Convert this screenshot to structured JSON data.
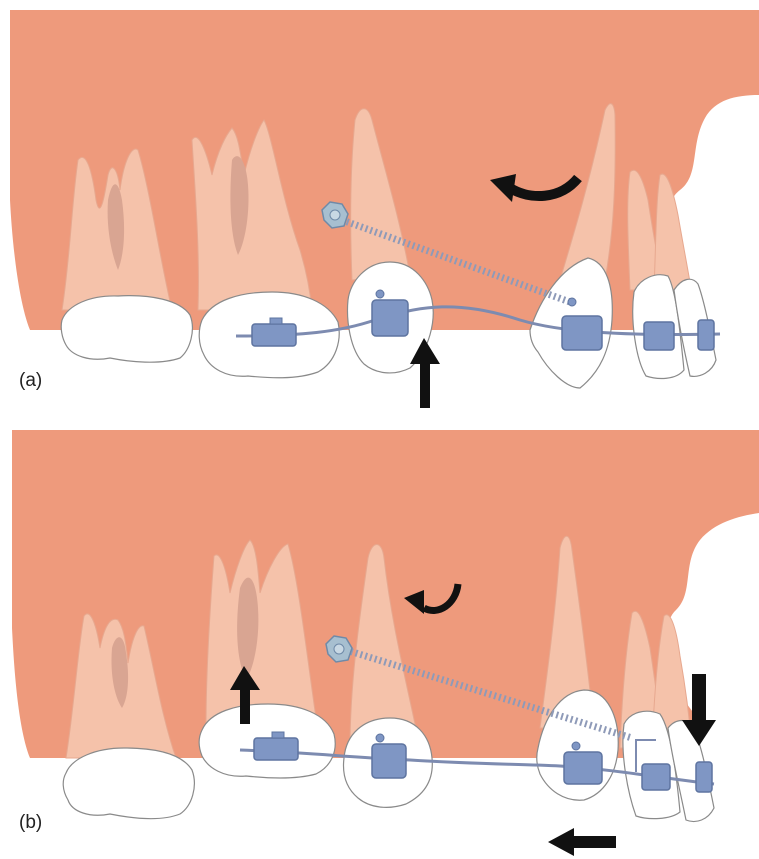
{
  "panels": [
    {
      "id": "a",
      "label": "(a)"
    },
    {
      "id": "b",
      "label": "(b)"
    }
  ],
  "colors": {
    "gum": "#EE9A7C",
    "root": "#F5C2AA",
    "root_shadow": "#D9A592",
    "crown": "#FFFFFF",
    "crown_outline": "#8A8A8A",
    "bracket": "#7F96C4",
    "wire": "#7D8BB0",
    "spring": "#8E9AB8",
    "arrow": "#111111"
  },
  "icons": [
    "up-arrow-icon",
    "down-arrow-icon",
    "left-arrow-icon",
    "curved-arrow-icon",
    "mini-screw-icon"
  ]
}
